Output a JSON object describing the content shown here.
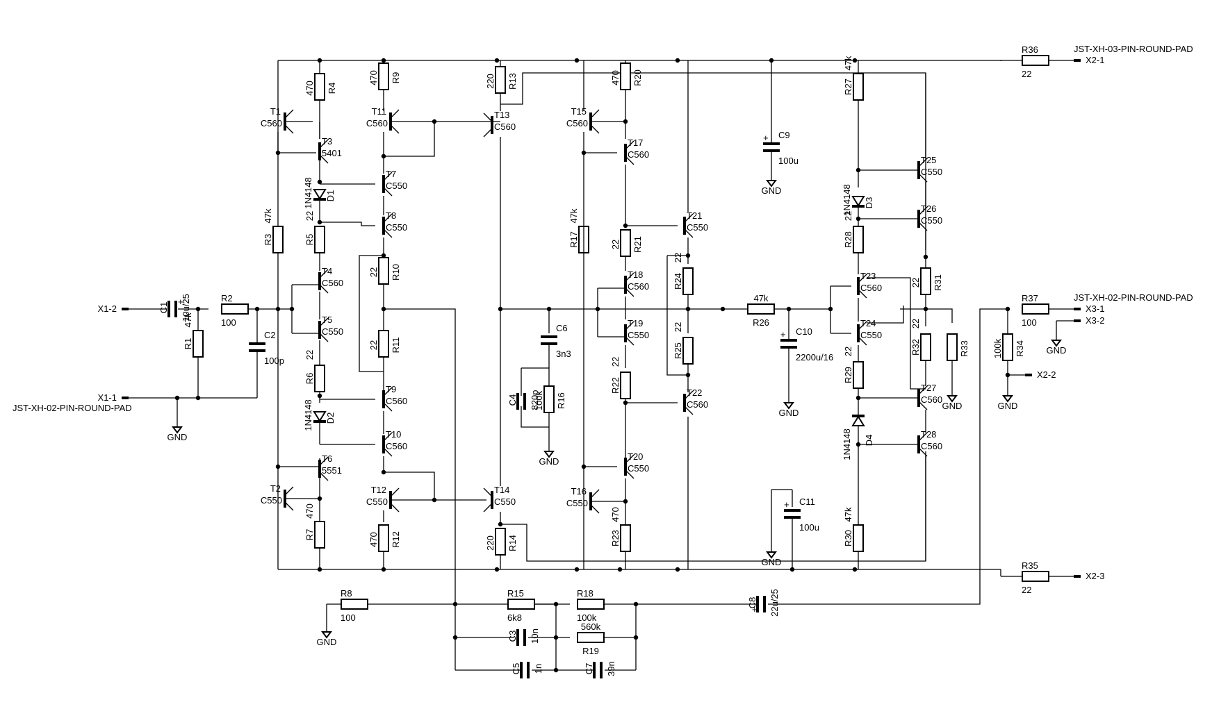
{
  "parts": {
    "R1": {
      "ref": "R1",
      "val": "47k"
    },
    "R2": {
      "ref": "R2",
      "val": "100"
    },
    "R3": {
      "ref": "R3",
      "val": "47k"
    },
    "R4": {
      "ref": "R4",
      "val": "470"
    },
    "R5": {
      "ref": "R5",
      "val": "22"
    },
    "R6": {
      "ref": "R6",
      "val": "22"
    },
    "R7": {
      "ref": "R7",
      "val": "470"
    },
    "R8": {
      "ref": "R8",
      "val": "100"
    },
    "R9": {
      "ref": "R9",
      "val": "470"
    },
    "R10": {
      "ref": "R10",
      "val": "22"
    },
    "R11": {
      "ref": "R11",
      "val": "22"
    },
    "R12": {
      "ref": "R12",
      "val": "470"
    },
    "R13": {
      "ref": "R13",
      "val": "220"
    },
    "R14": {
      "ref": "R14",
      "val": "220"
    },
    "R15": {
      "ref": "R15",
      "val": "6k8"
    },
    "R16": {
      "ref": "R16",
      "val": "100k"
    },
    "R17": {
      "ref": "R17",
      "val": "47k"
    },
    "R18": {
      "ref": "R18",
      "val": "100k"
    },
    "R19": {
      "ref": "R19",
      "val": "560k"
    },
    "R20": {
      "ref": "R20",
      "val": "470"
    },
    "R21": {
      "ref": "R21",
      "val": "22"
    },
    "R22": {
      "ref": "R22",
      "val": "22"
    },
    "R23": {
      "ref": "R23",
      "val": "470"
    },
    "R24": {
      "ref": "R24",
      "val": "22"
    },
    "R25": {
      "ref": "R25",
      "val": "22"
    },
    "R26": {
      "ref": "R26",
      "val": "47k"
    },
    "R27": {
      "ref": "R27",
      "val": "47k"
    },
    "R28": {
      "ref": "R28",
      "val": "22"
    },
    "R29": {
      "ref": "R29",
      "val": "22"
    },
    "R30": {
      "ref": "R30",
      "val": "47k"
    },
    "R31": {
      "ref": "R31",
      "val": "22"
    },
    "R32": {
      "ref": "R32",
      "val": "22"
    },
    "R33": {
      "ref": "R33",
      "val": ""
    },
    "R34": {
      "ref": "R34",
      "val": "100k"
    },
    "R35": {
      "ref": "R35",
      "val": "22"
    },
    "R36": {
      "ref": "R36",
      "val": "22"
    },
    "R37": {
      "ref": "R37",
      "val": "100"
    },
    "C1": {
      "ref": "C1",
      "val": "10u/25"
    },
    "C2": {
      "ref": "C2",
      "val": "100p"
    },
    "C3": {
      "ref": "C3",
      "val": "10n"
    },
    "C4": {
      "ref": "C4",
      "val": "820p"
    },
    "C5": {
      "ref": "C5",
      "val": "1n"
    },
    "C6": {
      "ref": "C6",
      "val": "3n3"
    },
    "C7": {
      "ref": "C7",
      "val": "39n"
    },
    "C8": {
      "ref": "C8",
      "val": "22u/25"
    },
    "C9": {
      "ref": "C9",
      "val": "100u"
    },
    "C10": {
      "ref": "C10",
      "val": "2200u/16"
    },
    "C11": {
      "ref": "C11",
      "val": "100u"
    },
    "D1": {
      "ref": "D1",
      "val": "1N4148"
    },
    "D2": {
      "ref": "D2",
      "val": "1N4148"
    },
    "D3": {
      "ref": "D3",
      "val": "1N4148"
    },
    "D4": {
      "ref": "D4",
      "val": "1N4148"
    },
    "T1": {
      "ref": "T1",
      "val": "C560"
    },
    "T2": {
      "ref": "T2",
      "val": "C550"
    },
    "T3": {
      "ref": "T3",
      "val": "5401"
    },
    "T4": {
      "ref": "T4",
      "val": "C560"
    },
    "T5": {
      "ref": "T5",
      "val": "C550"
    },
    "T6": {
      "ref": "T6",
      "val": "5551"
    },
    "T7": {
      "ref": "T7",
      "val": "C550"
    },
    "T8": {
      "ref": "T8",
      "val": "C550"
    },
    "T9": {
      "ref": "T9",
      "val": "C560"
    },
    "T10": {
      "ref": "T10",
      "val": "C560"
    },
    "T11": {
      "ref": "T11",
      "val": "C560"
    },
    "T12": {
      "ref": "T12",
      "val": "C550"
    },
    "T13": {
      "ref": "T13",
      "val": "C560"
    },
    "T14": {
      "ref": "T14",
      "val": "C550"
    },
    "T15": {
      "ref": "T15",
      "val": "C560"
    },
    "T16": {
      "ref": "T16",
      "val": "C550"
    },
    "T17": {
      "ref": "T17",
      "val": "C560"
    },
    "T18": {
      "ref": "T18",
      "val": "C560"
    },
    "T19": {
      "ref": "T19",
      "val": "C550"
    },
    "T20": {
      "ref": "T20",
      "val": "C550"
    },
    "T21": {
      "ref": "T21",
      "val": "C550"
    },
    "T22": {
      "ref": "T22",
      "val": "C560"
    },
    "T23": {
      "ref": "T23",
      "val": "C560"
    },
    "T24": {
      "ref": "T24",
      "val": "C550"
    },
    "T25": {
      "ref": "T25",
      "val": "C550"
    },
    "T26": {
      "ref": "T26",
      "val": "C550"
    },
    "T27": {
      "ref": "T27",
      "val": "C560"
    },
    "T28": {
      "ref": "T28",
      "val": "C560"
    }
  },
  "connectors": {
    "x1_2": "X1-2",
    "x1_1": "X1-1",
    "x1_name": "JST-XH-02-PIN-ROUND-PAD",
    "x2_1": "X2-1",
    "x2_2": "X2-2",
    "x2_3": "X2-3",
    "x2_name": "JST-XH-03-PIN-ROUND-PAD",
    "x3_1": "X3-1",
    "x3_2": "X3-2",
    "x3_name": "JST-XH-02-PIN-ROUND-PAD"
  },
  "symbols": {
    "gnd": "GND",
    "plus": "+"
  }
}
